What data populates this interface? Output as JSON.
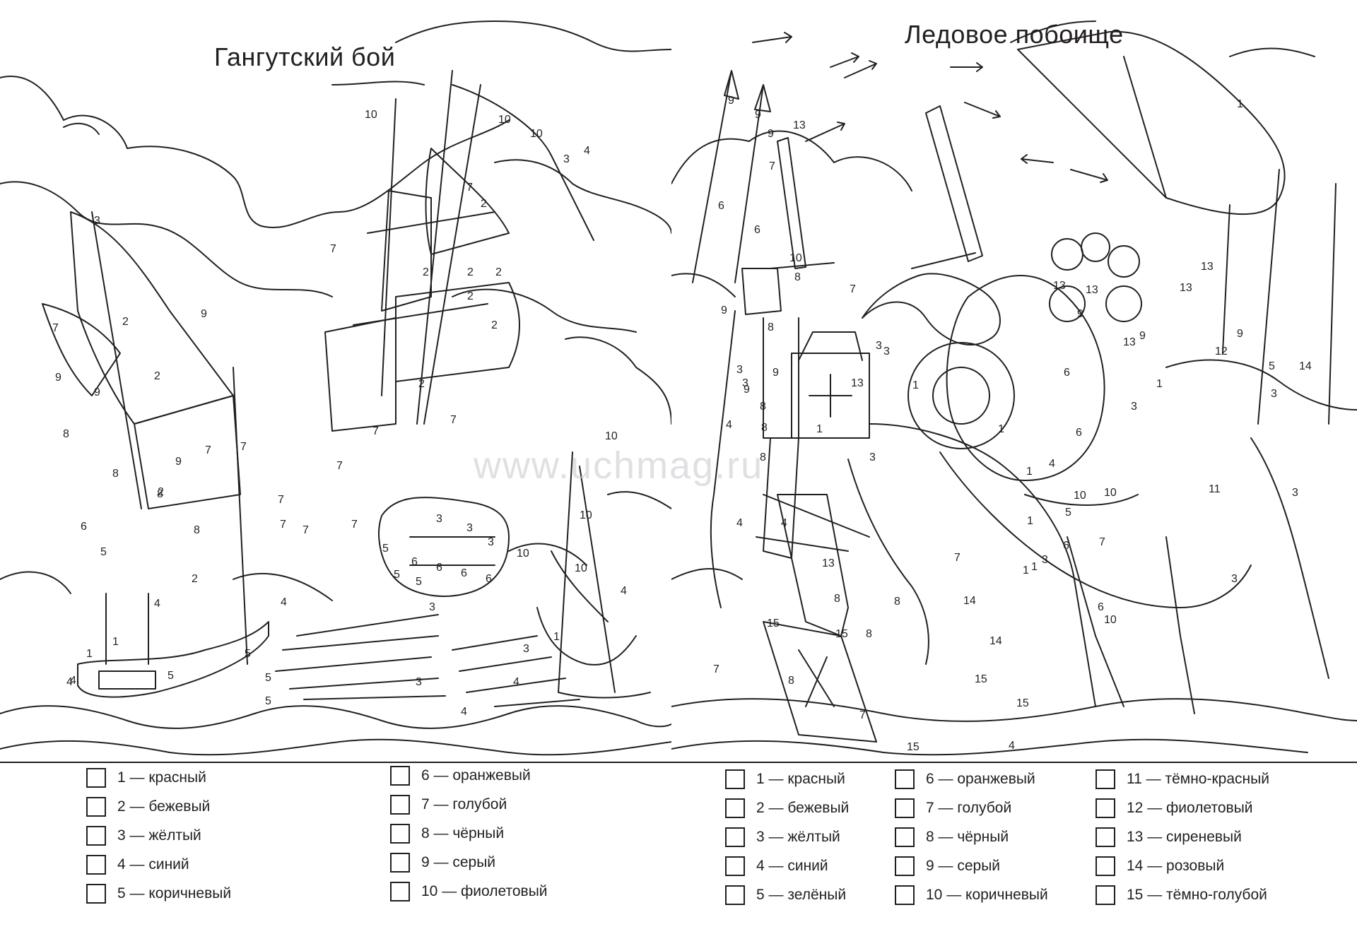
{
  "titles": {
    "left": "Гангутский бой",
    "right": "Ледовое побоище"
  },
  "watermark": "www.uchmag.ru",
  "legend_left": {
    "col1": [
      "1 — красный",
      "2 — бежевый",
      "3 — жёлтый",
      "4 — синий",
      "5 — коричневый"
    ],
    "col2": [
      "6 — оранжевый",
      "7 — голубой",
      "8 — чёрный",
      "9 — серый",
      "10 — фиолетовый"
    ]
  },
  "legend_right": {
    "col1": [
      "1 — красный",
      "2 — бежевый",
      "3 — жёлтый",
      "4 — синий",
      "5 — зелёный"
    ],
    "col2": [
      "6 — оранжевый",
      "7 — голубой",
      "8 — чёрный",
      "9 — серый",
      "10 — коричневый"
    ],
    "col3": [
      "11 — тёмно-красный",
      "12 — фиолетовый",
      "13 — сиреневый",
      "14 — розовый",
      "15 — тёмно-голубой"
    ]
  },
  "scene_left_numbers": [
    "10",
    "10",
    "10",
    "4",
    "3",
    "3",
    "7",
    "7",
    "2",
    "2",
    "2",
    "2",
    "2",
    "2",
    "2",
    "9",
    "7",
    "2",
    "2",
    "7",
    "9",
    "9",
    "8",
    "8",
    "9",
    "7",
    "2",
    "7",
    "7",
    "7",
    "7",
    "6",
    "5",
    "8",
    "8",
    "7",
    "7",
    "7",
    "5",
    "2",
    "4",
    "4",
    "5",
    "5",
    "5",
    "4",
    "1",
    "1",
    "4",
    "5",
    "3",
    "3",
    "3",
    "3",
    "6",
    "6",
    "6",
    "6",
    "5",
    "5",
    "10",
    "10",
    "10",
    "10",
    "3",
    "1",
    "3",
    "4",
    "4",
    "4"
  ],
  "scene_right_numbers": [
    "9",
    "9",
    "9",
    "13",
    "6",
    "6",
    "7",
    "7",
    "10",
    "8",
    "8",
    "9",
    "3",
    "9",
    "3",
    "8",
    "8",
    "8",
    "9",
    "4",
    "4",
    "13",
    "1",
    "4",
    "13",
    "8",
    "8",
    "15",
    "15",
    "8",
    "8",
    "14",
    "14",
    "15",
    "15",
    "4",
    "15",
    "7",
    "7",
    "7",
    "3",
    "1",
    "1",
    "3",
    "3",
    "1",
    "6",
    "6",
    "13",
    "13",
    "13",
    "13",
    "13",
    "9",
    "9",
    "9",
    "12",
    "5",
    "14",
    "1",
    "3",
    "3",
    "11",
    "4",
    "10",
    "1",
    "5",
    "6",
    "1",
    "3",
    "10",
    "10",
    "7",
    "6",
    "1",
    "3",
    "3",
    "1"
  ]
}
